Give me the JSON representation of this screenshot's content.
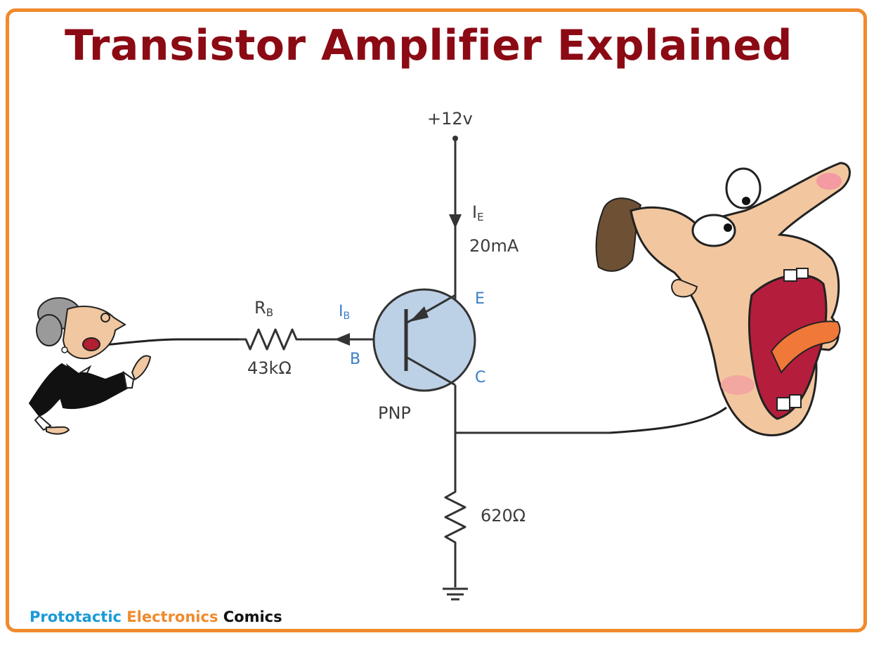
{
  "title": "Transistor Amplifier Explained",
  "circuit": {
    "supply": "+12v",
    "emitter_current_symbol": "I",
    "emitter_current_sub": "E",
    "emitter_current_value": "20mA",
    "base_resistor_symbol": "R",
    "base_resistor_sub": "B",
    "base_resistor_value": "43kΩ",
    "base_current_symbol": "I",
    "base_current_sub": "B",
    "terminal_emitter": "E",
    "terminal_base": "B",
    "terminal_collector": "C",
    "transistor_type": "PNP",
    "collector_resistor_value": "620Ω"
  },
  "credit": {
    "part1": "Prototactic",
    "part2": "Electronics",
    "part3": "Comics"
  },
  "colors": {
    "frame": "#f08a2c",
    "title": "#8b0a14",
    "wire": "#333333",
    "transistor_fill": "#bcd0e6",
    "terminal_label": "#3a7dc8"
  }
}
